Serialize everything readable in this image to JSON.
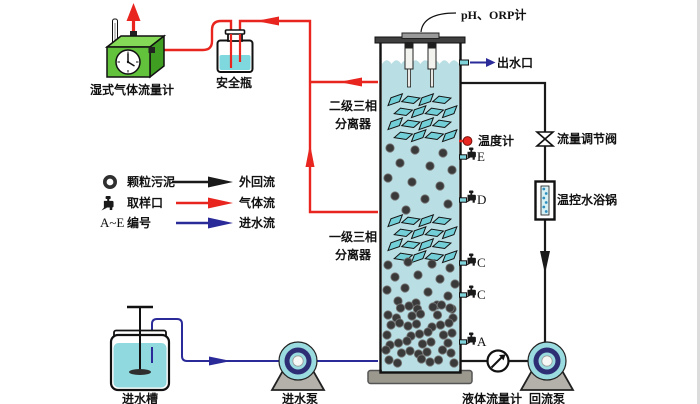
{
  "labels": {
    "wet_gas_flow_meter": "湿式气体流量计",
    "safety_bottle": "安全瓶",
    "ph_orp_meter": "pH、ORP计",
    "water_outlet": "出水口",
    "separator2": [
      "二级三相",
      "分离器"
    ],
    "separator1": [
      "一级三相",
      "分离器"
    ],
    "thermometer": "温度计",
    "flow_control_valve": "流量调节阀",
    "water_bath": "温控水浴锅",
    "feed_tank": "进水槽",
    "feed_pump": "进水泵",
    "liquid_flow_meter": "液体流量计",
    "reflux_pump": "回流泵"
  },
  "ports": {
    "letters": [
      "E",
      "D",
      "C",
      "C",
      "A"
    ]
  },
  "legend": {
    "rows": [
      {
        "icon": "granular-sludge-icon",
        "item": "颗粒污泥",
        "flow": "外回流",
        "flow_color": "#1a1a1a"
      },
      {
        "icon": "sampling-port-icon",
        "item": "取样口",
        "flow": "气体流",
        "flow_color": "#e8251f"
      },
      {
        "icon": "A~E",
        "item": "编号",
        "flow": "进水流",
        "flow_color": "#2a2a99"
      }
    ]
  },
  "colors": {
    "gas_line": "#e8251f",
    "inflow_line": "#2a2a99",
    "reflux_line": "#1a1a1a",
    "meter_green": "#62c23c",
    "reactor_liquid": "#b9dee3",
    "separator_plate": "#72cfd8",
    "pump_ring": "#2e2e74",
    "pump_cyan": "#9adbe0",
    "sludge": "#3a3a3a"
  }
}
